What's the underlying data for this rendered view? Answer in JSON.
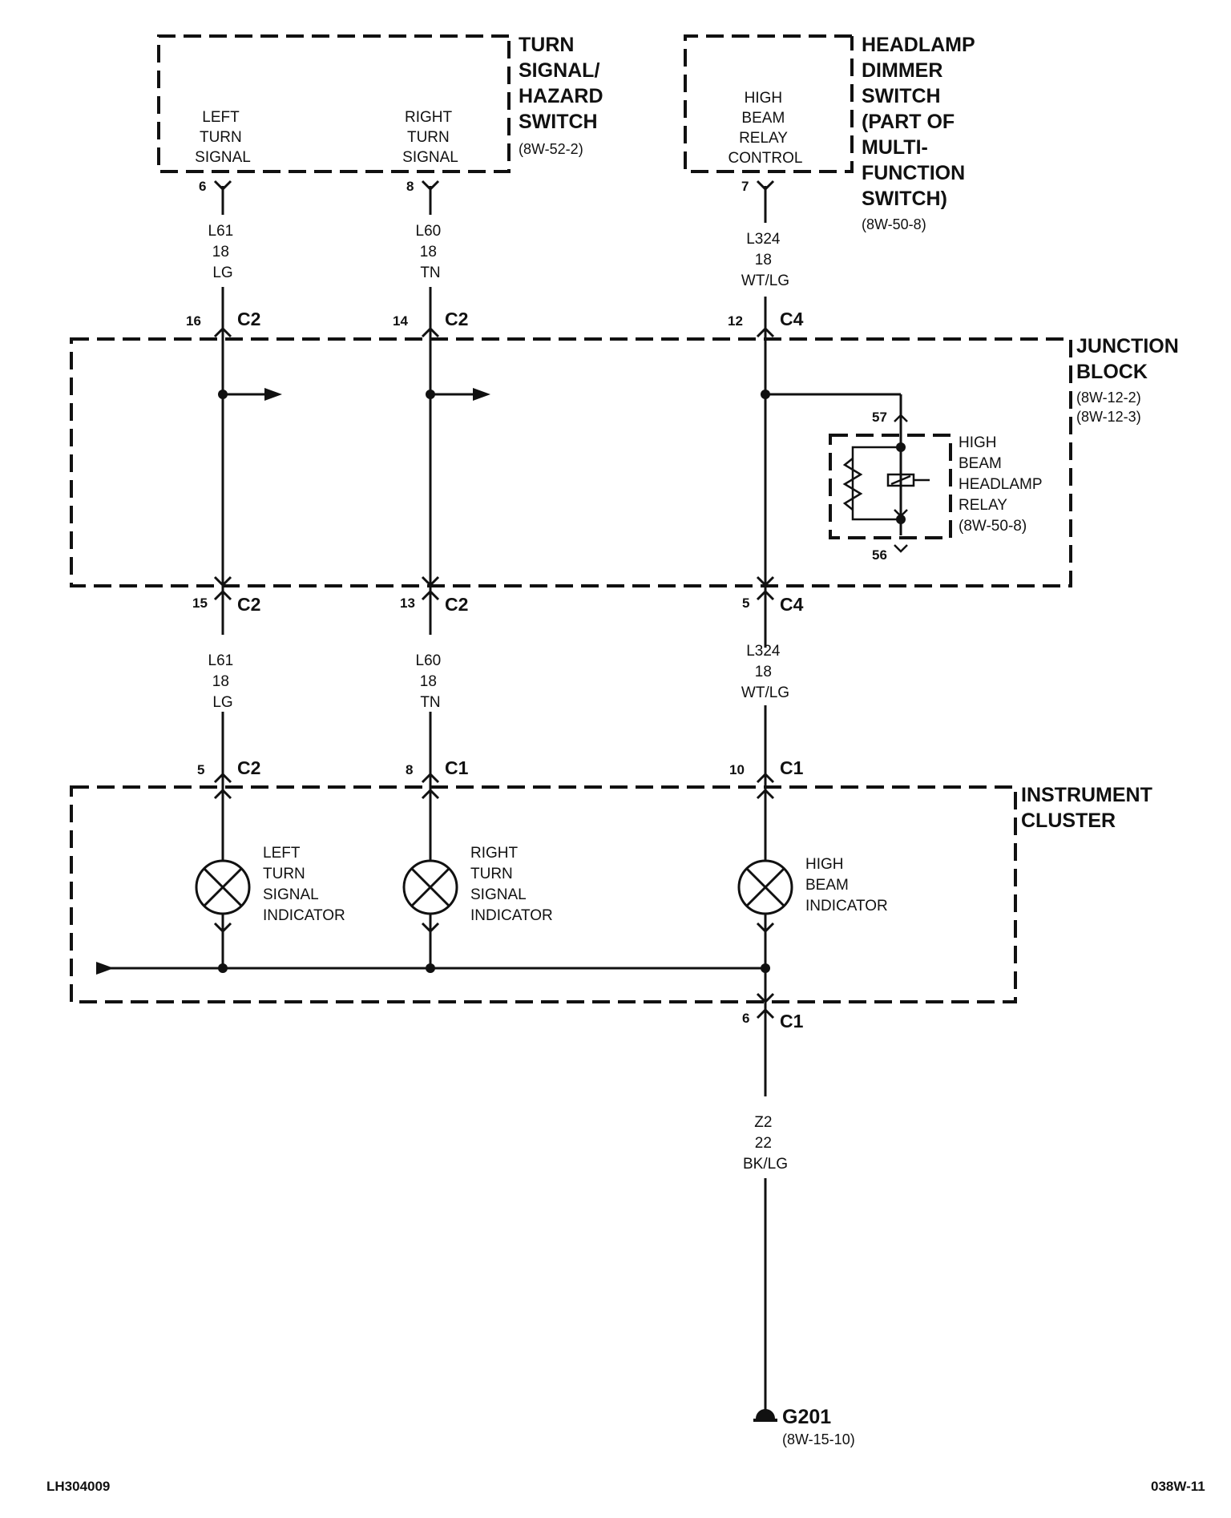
{
  "components": {
    "turn_switch": {
      "title": [
        "TURN",
        "SIGNAL/",
        "HAZARD",
        "SWITCH"
      ],
      "ref": "(8W-52-2)",
      "left_label": [
        "LEFT",
        "TURN",
        "SIGNAL"
      ],
      "right_label": [
        "RIGHT",
        "TURN",
        "SIGNAL"
      ]
    },
    "dimmer_switch": {
      "title": [
        "HEADLAMP",
        "DIMMER",
        "SWITCH",
        "(PART OF",
        "MULTI-",
        "FUNCTION",
        "SWITCH)"
      ],
      "ref": "(8W-50-8)",
      "label": [
        "HIGH",
        "BEAM",
        "RELAY",
        "CONTROL"
      ]
    },
    "junction_block": {
      "title": [
        "JUNCTION",
        "BLOCK"
      ],
      "refs": [
        "(8W-12-2)",
        "(8W-12-3)"
      ]
    },
    "relay": {
      "label": [
        "HIGH",
        "BEAM",
        "HEADLAMP",
        "RELAY",
        "(8W-50-8)"
      ],
      "pin_top": "57",
      "pin_bottom": "56"
    },
    "instrument_cluster": {
      "title": [
        "INSTRUMENT",
        "CLUSTER"
      ],
      "left_indicator": [
        "LEFT",
        "TURN",
        "SIGNAL",
        "INDICATOR"
      ],
      "right_indicator": [
        "RIGHT",
        "TURN",
        "SIGNAL",
        "INDICATOR"
      ],
      "high_indicator": [
        "HIGH",
        "BEAM",
        "INDICATOR"
      ]
    },
    "ground": {
      "name": "G201",
      "ref": "(8W-15-10)"
    }
  },
  "pins": {
    "ts_left": "6",
    "ts_right": "8",
    "dimmer": "7",
    "jb_top_left": "16",
    "jb_top_mid": "14",
    "jb_top_right": "12",
    "jb_bot_left": "15",
    "jb_bot_mid": "13",
    "jb_bot_right": "5",
    "ic_left": "5",
    "ic_mid": "8",
    "ic_right": "10",
    "ic_ground": "6"
  },
  "connectors": {
    "jb_top_left": "C2",
    "jb_top_mid": "C2",
    "jb_top_right": "C4",
    "jb_bot_left": "C2",
    "jb_bot_mid": "C2",
    "jb_bot_right": "C4",
    "ic_left": "C2",
    "ic_mid": "C1",
    "ic_right": "C1",
    "ic_ground": "C1"
  },
  "wires": {
    "left_top": [
      "L61",
      "18",
      "LG"
    ],
    "mid_top": [
      "L60",
      "18",
      "TN"
    ],
    "right_top": [
      "L324",
      "18",
      "WT/LG"
    ],
    "left_bot": [
      "L61",
      "18",
      "LG"
    ],
    "mid_bot": [
      "L60",
      "18",
      "TN"
    ],
    "right_bot": [
      "L324",
      "18",
      "WT/LG"
    ],
    "ground": [
      "Z2",
      "22",
      "BK/LG"
    ]
  },
  "footer": {
    "left": "LH304009",
    "right": "038W-11"
  }
}
